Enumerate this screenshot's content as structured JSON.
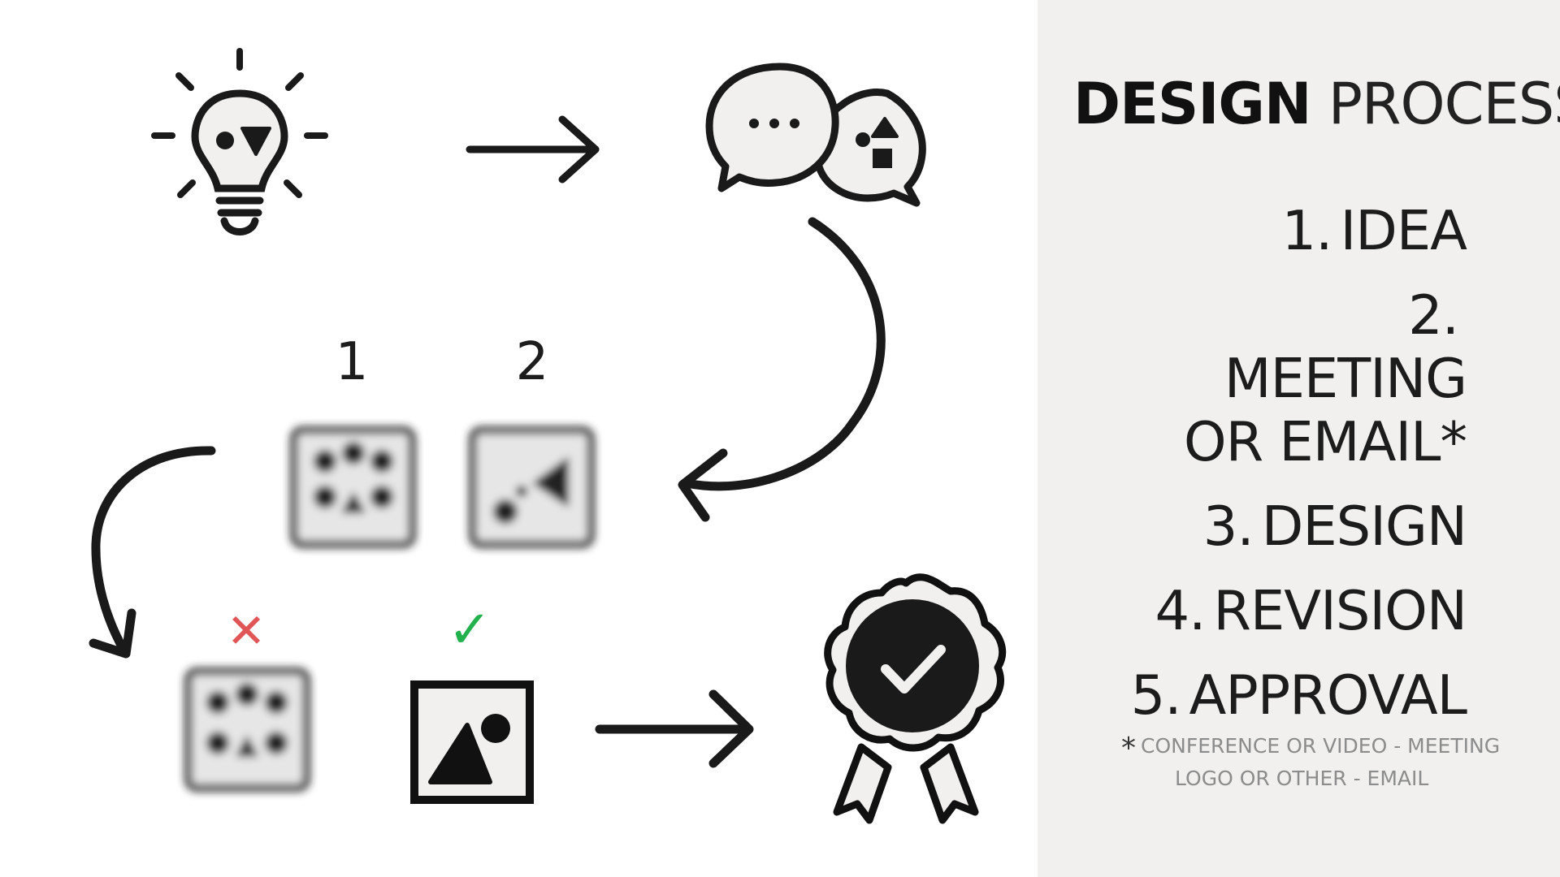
{
  "title": {
    "bold": "DESIGN",
    "light": "PROCESS"
  },
  "steps": [
    {
      "num": "1.",
      "label": "IDEA"
    },
    {
      "num": "2.",
      "label_lines": [
        "MEETING",
        "OR EMAIL*"
      ]
    },
    {
      "num": "3.",
      "label": "DESIGN"
    },
    {
      "num": "4.",
      "label": "REVISION"
    },
    {
      "num": "5.",
      "label": "APPROVAL"
    }
  ],
  "footnote": {
    "star": "*",
    "line1": "CONFERENCE OR VIDEO - MEETING",
    "line2": "LOGO OR OTHER - EMAIL"
  },
  "option_labels": [
    "1",
    "2"
  ],
  "marks": {
    "rejected": "✕",
    "approved": "✓"
  },
  "colors": {
    "sidebar_bg": "#f1f0ee",
    "ink": "#1a1a1a",
    "reject": "#e05555",
    "approve": "#22b14c"
  }
}
